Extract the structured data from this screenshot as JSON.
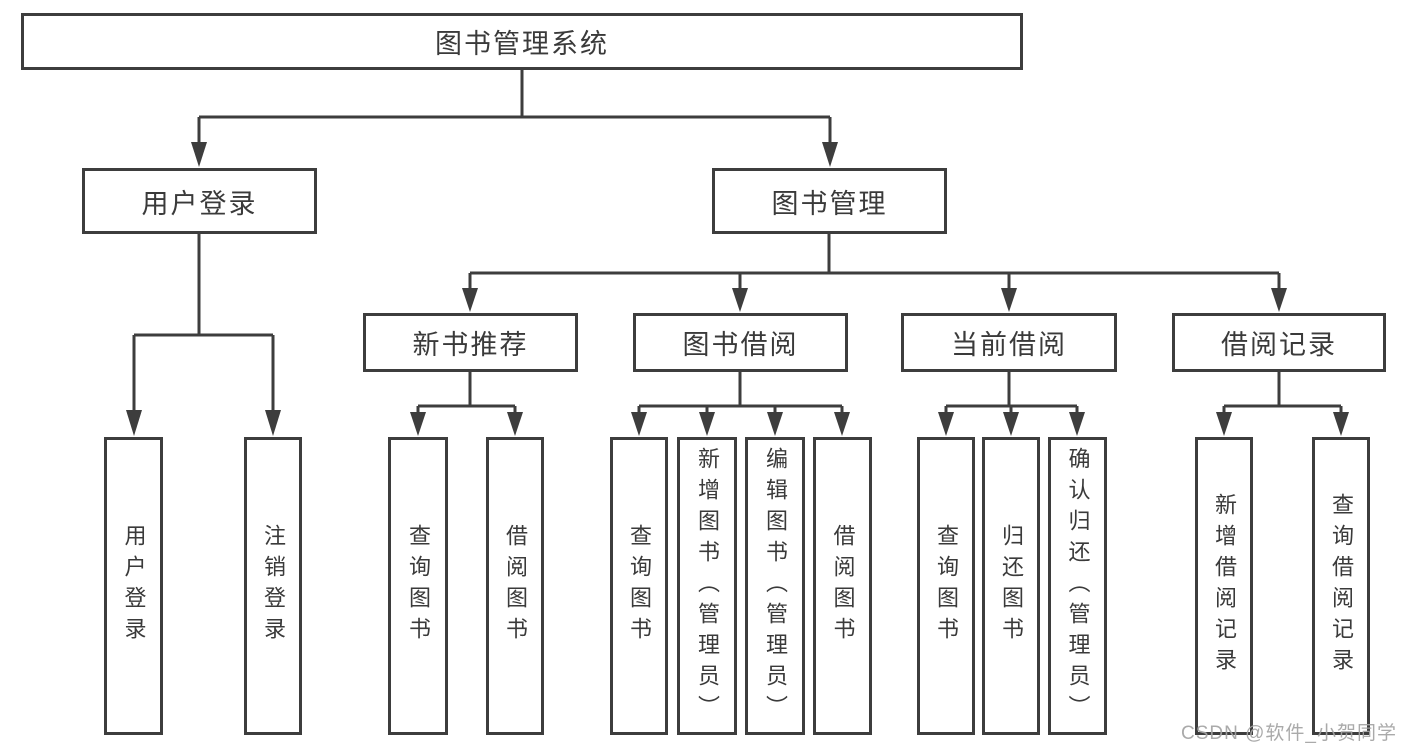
{
  "diagram": {
    "root": {
      "label": "图书管理系统"
    },
    "level2": [
      {
        "label": "用户登录",
        "children": [
          "用户登录",
          "注销登录"
        ]
      },
      {
        "label": "图书管理"
      }
    ],
    "level3": [
      {
        "label": "新书推荐",
        "children": [
          "查询图书",
          "借阅图书"
        ]
      },
      {
        "label": "图书借阅",
        "children": [
          "查询图书",
          "新增图书（管理员）",
          "编辑图书（管理员）",
          "借阅图书"
        ]
      },
      {
        "label": "当前借阅",
        "children": [
          "查询图书",
          "归还图书",
          "确认归还（管理员）"
        ]
      },
      {
        "label": "借阅记录",
        "children": [
          "新增借阅记录",
          "查询借阅记录"
        ]
      }
    ],
    "watermark": "CSDN @软件_小贺同学",
    "colors": {
      "line": "#3d3d3d",
      "border": "#3d3d3d",
      "text": "#3a3a3a",
      "background": "#ffffff",
      "watermark": "#a3a3a3"
    }
  }
}
